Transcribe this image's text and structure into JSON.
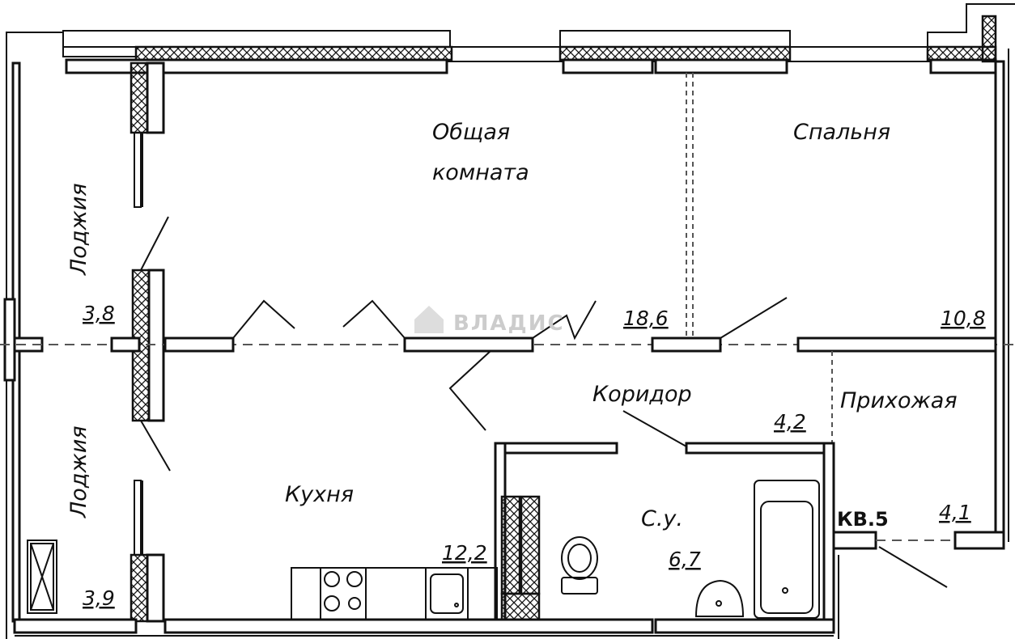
{
  "plan": {
    "watermark": "ВЛАДИС",
    "apartment_label": "КВ.5",
    "rooms": {
      "living_name_line1": "Общая",
      "living_name_line2": "комната",
      "living_area": "18,6",
      "bedroom_name": "Спальня",
      "bedroom_area": "10,8",
      "corridor_name": "Коридор",
      "corridor_area": "4,2",
      "hall_name": "Прихожая",
      "hall_area": "4,1",
      "kitchen_name": "Кухня",
      "kitchen_area": "12,2",
      "bathroom_name": "С.у.",
      "bathroom_area": "6,7",
      "loggia_top_name": "Лоджия",
      "loggia_top_area": "3,8",
      "loggia_bottom_name": "Лоджия",
      "loggia_bottom_area": "3,9"
    }
  }
}
